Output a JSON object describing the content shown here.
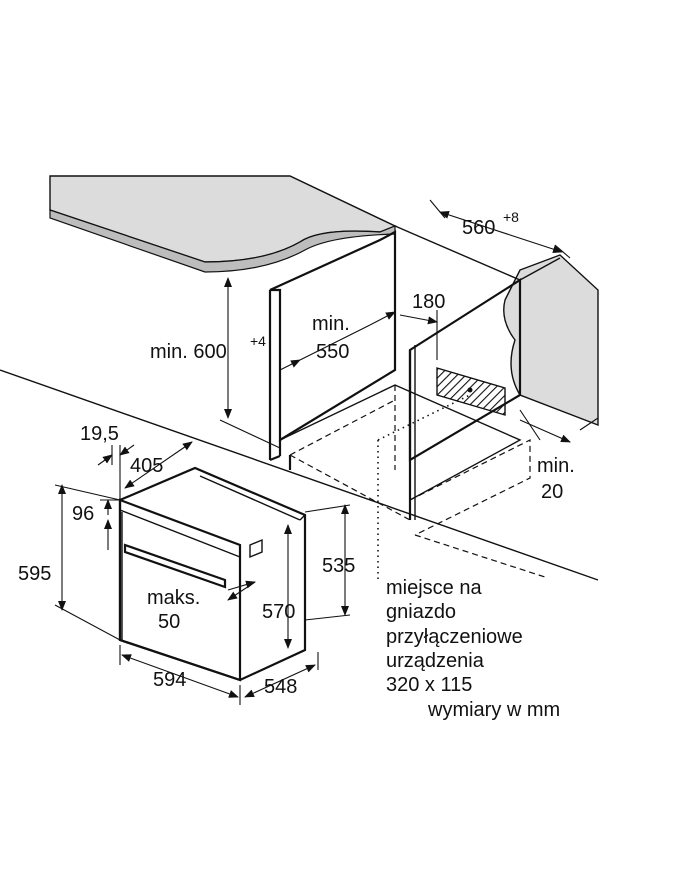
{
  "dimensions": {
    "niche_width": {
      "value": "560",
      "sup": "+8"
    },
    "cabinet_height": {
      "value": "min. 600",
      "sup": "+4"
    },
    "depth_min": {
      "line1": "min.",
      "line2": "550"
    },
    "rear_gap": "180",
    "side_gap": {
      "line1": "min.",
      "line2": "20"
    },
    "panel_offset": "19,5",
    "oven_depth_top": "405",
    "top_offset": "96",
    "oven_height": "595",
    "oven_inner_height": "535",
    "oven_body_height": "570",
    "door_gap": {
      "line1": "maks.",
      "line2": "50"
    },
    "oven_width": "594",
    "oven_depth": "548"
  },
  "socket_note": {
    "lines": [
      "miejsce na",
      "gniazdo",
      "przyłączeniowe",
      "urządzenia",
      "320 x 115"
    ]
  },
  "units_note": "wymiary w mm",
  "colors": {
    "countertop": "#dcdcdc",
    "hatch": "#111111",
    "line": "#111111",
    "background": "#ffffff"
  }
}
